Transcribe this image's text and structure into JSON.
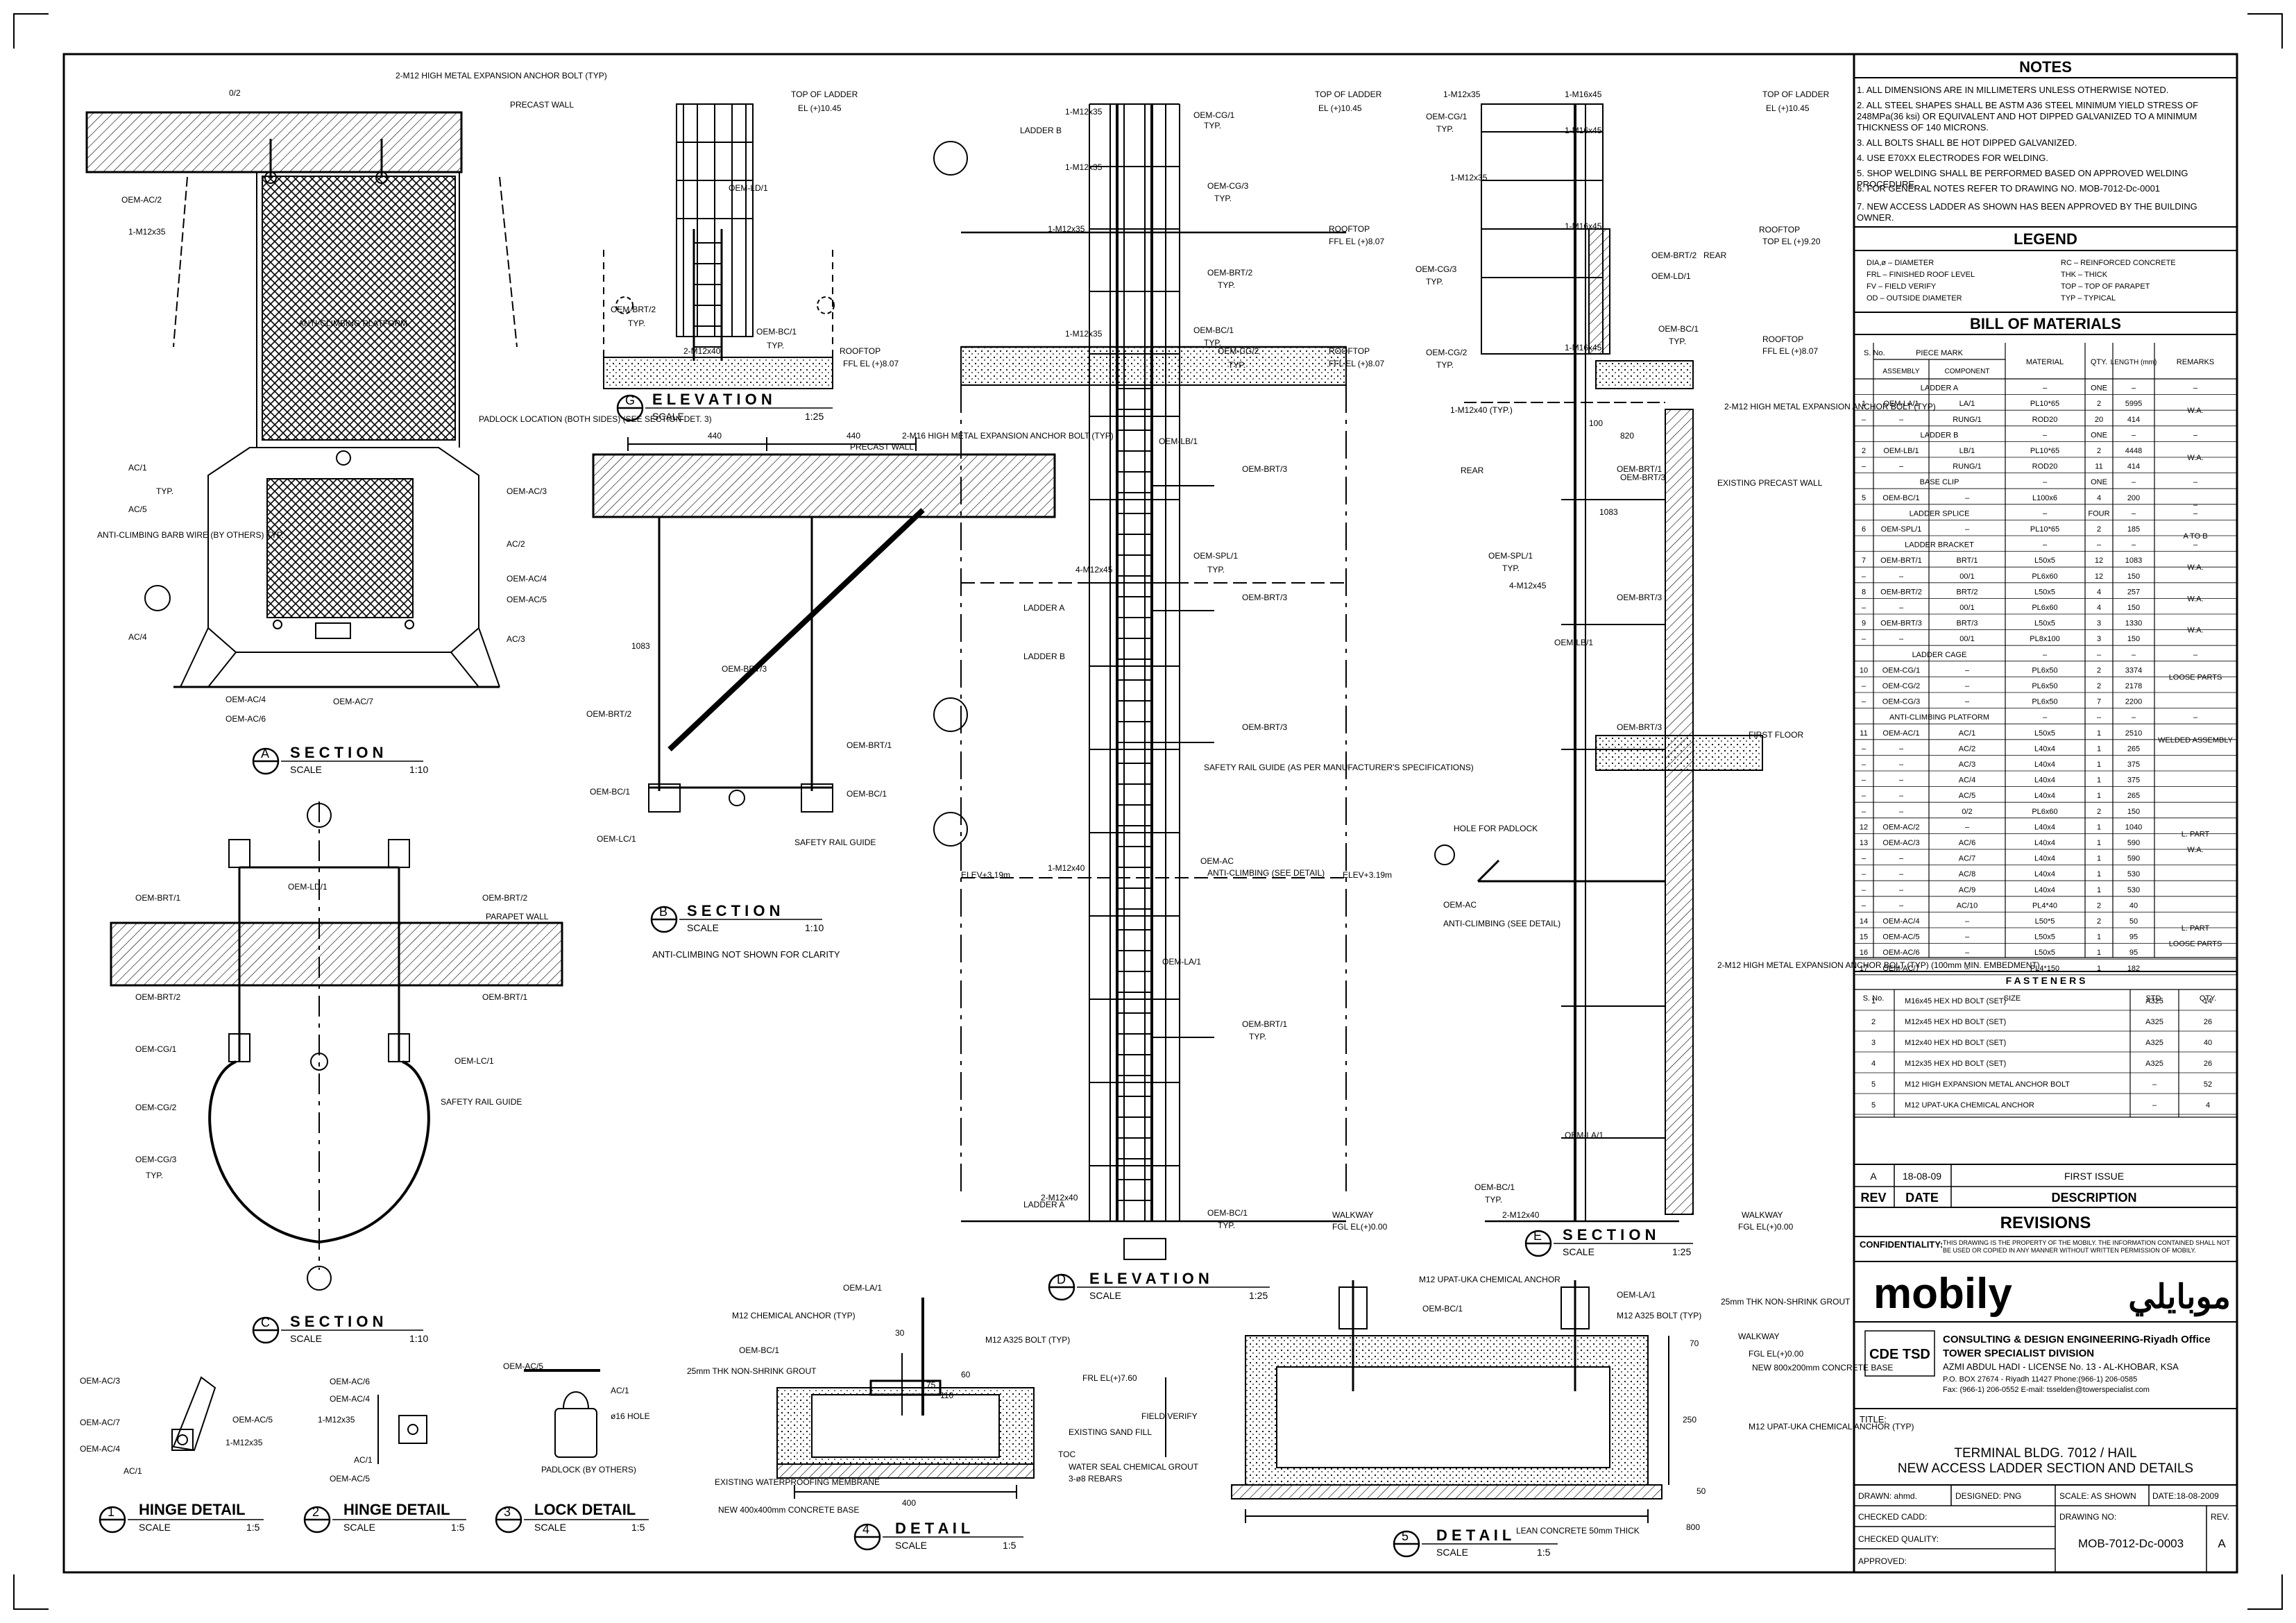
{
  "notes": {
    "title": "NOTES",
    "items": [
      "1. ALL DIMENSIONS ARE IN MILLIMETERS UNLESS OTHERWISE NOTED.",
      "2. ALL STEEL SHAPES SHALL BE ASTM A36 STEEL MINIMUM YIELD STRESS OF 248MPa(36 ksi) OR EQUIVALENT AND HOT DIPPED GALVANIZED TO A MINIMUM THICKNESS OF 140 MICRONS.",
      "3. ALL BOLTS SHALL BE HOT DIPPED GALVANIZED.",
      "4. USE E70XX ELECTRODES FOR WELDING.",
      "5. SHOP WELDING SHALL BE PERFORMED BASED ON APPROVED WELDING PROCEDURE.",
      "6. FOR GENERAL NOTES REFER TO DRAWING NO. MOB-7012-Dc-0001",
      "7. NEW ACCESS LADDER AS SHOWN HAS BEEN APPROVED BY THE BUILDING OWNER."
    ]
  },
  "legend": {
    "title": "LEGEND",
    "left": [
      "DIA,ø  –  DIAMETER",
      "FRL  –  FINISHED ROOF LEVEL",
      "FV  –  FIELD VERIFY",
      "OD  –  OUTSIDE DIAMETER"
    ],
    "right": [
      "RC  –  REINFORCED CONCRETE",
      "THK  –  THICK",
      "TOP  –  TOP OF PARAPET",
      "TYP  –  TYPICAL"
    ]
  },
  "bom": {
    "title": "BILL OF MATERIALS",
    "headers": {
      "no": "S. No.",
      "piece_mark": "PIECE MARK",
      "assembly": "ASSEMBLY",
      "component": "COMPONENT",
      "material": "MATERIAL",
      "qty": "QTY.",
      "length": "LENGTH (mm)",
      "remarks": "REMARKS"
    },
    "rows": [
      {
        "kind": "group",
        "label": "LADDER A",
        "material": "–",
        "qty": "ONE",
        "length": "–",
        "remarks": "–"
      },
      {
        "no": "1",
        "asm": "OEM-LA/1",
        "comp": "LA/1",
        "mat": "PL10*65",
        "qty": "2",
        "len": "5995",
        "rem": "W.A."
      },
      {
        "no": "–",
        "asm": "–",
        "comp": "RUNG/1",
        "mat": "ROD20",
        "qty": "20",
        "len": "414",
        "rem": ""
      },
      {
        "kind": "group",
        "label": "LADDER B",
        "material": "–",
        "qty": "ONE",
        "length": "–",
        "remarks": "–"
      },
      {
        "no": "2",
        "asm": "OEM-LB/1",
        "comp": "LB/1",
        "mat": "PL10*65",
        "qty": "2",
        "len": "4448",
        "rem": "W.A."
      },
      {
        "no": "–",
        "asm": "–",
        "comp": "RUNG/1",
        "mat": "ROD20",
        "qty": "11",
        "len": "414",
        "rem": ""
      },
      {
        "kind": "group",
        "label": "BASE CLIP",
        "material": "–",
        "qty": "ONE",
        "length": "–",
        "remarks": "–"
      },
      {
        "no": "5",
        "asm": "OEM-BC/1",
        "comp": "–",
        "mat": "L100x6",
        "qty": "4",
        "len": "200",
        "rem": "–"
      },
      {
        "kind": "group",
        "label": "LADDER SPLICE",
        "material": "–",
        "qty": "FOUR",
        "length": "–",
        "remarks": "–"
      },
      {
        "no": "6",
        "asm": "OEM-SPL/1",
        "comp": "–",
        "mat": "PL10*65",
        "qty": "2",
        "len": "185",
        "rem": "A TO B"
      },
      {
        "kind": "group",
        "label": "LADDER BRACKET",
        "material": "–",
        "qty": "–",
        "length": "–",
        "remarks": "–"
      },
      {
        "no": "7",
        "asm": "OEM-BRT/1",
        "comp": "BRT/1",
        "mat": "L50x5",
        "qty": "12",
        "len": "1083",
        "rem": "W.A."
      },
      {
        "no": "–",
        "asm": "–",
        "comp": "00/1",
        "mat": "PL6x60",
        "qty": "12",
        "len": "150",
        "rem": ""
      },
      {
        "no": "8",
        "asm": "OEM-BRT/2",
        "comp": "BRT/2",
        "mat": "L50x5",
        "qty": "4",
        "len": "257",
        "rem": "W.A."
      },
      {
        "no": "–",
        "asm": "–",
        "comp": "00/1",
        "mat": "PL6x60",
        "qty": "4",
        "len": "150",
        "rem": ""
      },
      {
        "no": "9",
        "asm": "OEM-BRT/3",
        "comp": "BRT/3",
        "mat": "L50x5",
        "qty": "3",
        "len": "1330",
        "rem": "W.A."
      },
      {
        "no": "–",
        "asm": "–",
        "comp": "00/1",
        "mat": "PL8x100",
        "qty": "3",
        "len": "150",
        "rem": ""
      },
      {
        "kind": "group",
        "label": "LADDER CAGE",
        "material": "–",
        "qty": "–",
        "length": "–",
        "remarks": "–"
      },
      {
        "no": "10",
        "asm": "OEM-CG/1",
        "comp": "–",
        "mat": "PL6x50",
        "qty": "2",
        "len": "3374",
        "rem": "LOOSE PARTS"
      },
      {
        "no": "–",
        "asm": "OEM-CG/2",
        "comp": "–",
        "mat": "PL6x50",
        "qty": "2",
        "len": "2178",
        "rem": ""
      },
      {
        "no": "–",
        "asm": "OEM-CG/3",
        "comp": "–",
        "mat": "PL6x50",
        "qty": "7",
        "len": "2200",
        "rem": ""
      },
      {
        "kind": "group",
        "label": "ANTI-CLIMBING PLATFORM",
        "material": "–",
        "qty": "–",
        "length": "–",
        "remarks": "–"
      },
      {
        "no": "11",
        "asm": "OEM-AC/1",
        "comp": "AC/1",
        "mat": "L50x5",
        "qty": "1",
        "len": "2510",
        "rem": "WELDED ASSEMBLY"
      },
      {
        "no": "–",
        "asm": "–",
        "comp": "AC/2",
        "mat": "L40x4",
        "qty": "1",
        "len": "265",
        "rem": ""
      },
      {
        "no": "–",
        "asm": "–",
        "comp": "AC/3",
        "mat": "L40x4",
        "qty": "1",
        "len": "375",
        "rem": ""
      },
      {
        "no": "–",
        "asm": "–",
        "comp": "AC/4",
        "mat": "L40x4",
        "qty": "1",
        "len": "375",
        "rem": ""
      },
      {
        "no": "–",
        "asm": "–",
        "comp": "AC/5",
        "mat": "L40x4",
        "qty": "1",
        "len": "265",
        "rem": ""
      },
      {
        "no": "–",
        "asm": "–",
        "comp": "0/2",
        "mat": "PL6x60",
        "qty": "2",
        "len": "150",
        "rem": ""
      },
      {
        "no": "12",
        "asm": "OEM-AC/2",
        "comp": "–",
        "mat": "L40x4",
        "qty": "1",
        "len": "1040",
        "rem": "L. PART"
      },
      {
        "no": "13",
        "asm": "OEM-AC/3",
        "comp": "AC/6",
        "mat": "L40x4",
        "qty": "1",
        "len": "590",
        "rem": "W.A."
      },
      {
        "no": "–",
        "asm": "–",
        "comp": "AC/7",
        "mat": "L40x4",
        "qty": "1",
        "len": "590",
        "rem": ""
      },
      {
        "no": "–",
        "asm": "–",
        "comp": "AC/8",
        "mat": "L40x4",
        "qty": "1",
        "len": "530",
        "rem": ""
      },
      {
        "no": "–",
        "asm": "–",
        "comp": "AC/9",
        "mat": "L40x4",
        "qty": "1",
        "len": "530",
        "rem": ""
      },
      {
        "no": "–",
        "asm": "–",
        "comp": "AC/10",
        "mat": "PL4*40",
        "qty": "2",
        "len": "40",
        "rem": ""
      },
      {
        "no": "14",
        "asm": "OEM-AC/4",
        "comp": "–",
        "mat": "L50*5",
        "qty": "2",
        "len": "50",
        "rem": "L. PART"
      },
      {
        "no": "15",
        "asm": "OEM-AC/5",
        "comp": "–",
        "mat": "L50x5",
        "qty": "1",
        "len": "95",
        "rem": "LOOSE PARTS"
      },
      {
        "no": "16",
        "asm": "OEM-AC/6",
        "comp": "–",
        "mat": "L50x5",
        "qty": "1",
        "len": "95",
        "rem": ""
      },
      {
        "no": "17",
        "asm": "OEM-AC/7",
        "comp": "–",
        "mat": "PL4*150",
        "qty": "1",
        "len": "182",
        "rem": ""
      }
    ]
  },
  "fasteners": {
    "title": "F A S T E N E R S",
    "headers": {
      "no": "S. No.",
      "size": "SIZE",
      "std": "STD.",
      "qty": "QTY."
    },
    "rows": [
      {
        "no": "1",
        "size": "M16x45 HEX HD BOLT (SET)",
        "std": "A325",
        "qty": "14"
      },
      {
        "no": "2",
        "size": "M12x45 HEX HD BOLT (SET)",
        "std": "A325",
        "qty": "26"
      },
      {
        "no": "3",
        "size": "M12x40 HEX HD BOLT (SET)",
        "std": "A325",
        "qty": "40"
      },
      {
        "no": "4",
        "size": "M12x35 HEX HD BOLT (SET)",
        "std": "A325",
        "qty": "26"
      },
      {
        "no": "5",
        "size": "M12 HIGH EXPANSION METAL ANCHOR BOLT",
        "std": "–",
        "qty": "52"
      },
      {
        "no": "5",
        "size": "M12 UPAT-UKA CHEMICAL ANCHOR",
        "std": "–",
        "qty": "4"
      }
    ]
  },
  "revisions": {
    "row": {
      "rev": "A",
      "date": "18-08-09",
      "desc": "FIRST ISSUE"
    },
    "headers": {
      "rev": "REV",
      "date": "DATE",
      "desc": "DESCRIPTION"
    },
    "title": "REVISIONS"
  },
  "confidentiality": {
    "label": "CONFIDENTIALITY:",
    "text": "THIS DRAWING IS THE PROPERTY OF THE MOBILY. THE INFORMATION CONTAINED SHALL NOT BE USED OR COPIED IN ANY MANNER WITHOUT WRITTEN PERMISSION OF MOBILY."
  },
  "logo": {
    "brand": "mobily",
    "arabic": "موبايلي"
  },
  "consultant": {
    "short": "CDE TSD",
    "line1": "CONSULTING & DESIGN ENGINEERING-Riyadh Office",
    "line2": "TOWER SPECIALIST DIVISION",
    "line3": "AZMI ABDUL HADI - LICENSE No. 13 - AL-KHOBAR, KSA",
    "line4": "P.O. BOX 27674 - Riyadh 11427 Phone:(966-1) 206-0585",
    "line5": "Fax: (966-1) 206-0552 E-mail: tsselden@towerspecialist.com"
  },
  "title_block": {
    "title_label": "TITLE:",
    "title1": "TERMINAL BLDG. 7012 / HAIL",
    "title2": "NEW ACCESS LADDER SECTION AND DETAILS",
    "drawn": "DRAWN: ahmd.",
    "designed": "DESIGNED: PNG",
    "scale": "SCALE: AS SHOWN",
    "date": "DATE:18-08-2009",
    "checked_cadd": "CHECKED CADD:",
    "drawing_no_label": "DRAWING NO:",
    "rev_label": "REV.",
    "checked_quality": "CHECKED QUALITY:",
    "drawing_no": "MOB-7012-Dc-0003",
    "rev": "A",
    "approved": "APPROVED:"
  },
  "views": {
    "section_a": {
      "letter": "A",
      "word": "S E C T I O N",
      "scale_label": "SCALE",
      "scale": "1:10"
    },
    "section_b": {
      "letter": "B",
      "word": "S E C T I O N",
      "scale_label": "SCALE",
      "scale": "1:10",
      "note": "ANTI-CLIMBING NOT SHOWN FOR CLARITY"
    },
    "section_c": {
      "letter": "C",
      "word": "S E C T I O N",
      "scale_label": "SCALE",
      "scale": "1:10"
    },
    "elevation_g": {
      "letter": "G",
      "word": "E L E V A T I O N",
      "scale_label": "SCALE",
      "scale": "1:25"
    },
    "elevation_d": {
      "letter": "D",
      "word": "E L E V A T I O N",
      "scale_label": "SCALE",
      "scale": "1:25"
    },
    "section_e": {
      "letter": "E",
      "word": "S E C T I O N",
      "scale_label": "SCALE",
      "scale": "1:25"
    },
    "detail_1": {
      "num": "1",
      "word": "HINGE DETAIL",
      "scale_label": "SCALE",
      "scale": "1:5"
    },
    "detail_2": {
      "num": "2",
      "word": "HINGE DETAIL",
      "scale_label": "SCALE",
      "scale": "1:5"
    },
    "detail_3": {
      "num": "3",
      "word": "LOCK DETAIL",
      "scale_label": "SCALE",
      "scale": "1:5"
    },
    "detail_4": {
      "num": "4",
      "word": "D E T A I L",
      "scale_label": "SCALE",
      "scale": "1:5"
    },
    "detail_5": {
      "num": "5",
      "word": "D E T A I L",
      "scale_label": "SCALE",
      "scale": "1:5"
    }
  },
  "labels": {
    "sec_a": [
      "0/2",
      "2-M12 HIGH METAL EXPANSION ANCHOR BOLT (TYP)",
      "PRECAST WALL",
      "OEM-AC/2",
      "1-M12x35",
      "PADLOCK LOCATION (BOTH SIDES) (SEE SECTION DET. 3)",
      "AC/1",
      "TYP.",
      "AC/5",
      "ANTI-CLIMBING BARB WIRE (BY OTHERS) TYP.",
      "OEM-AC/3",
      "AC/2",
      "OEM-AC/4",
      "OEM-AC/5",
      "AC/4",
      "AC/3",
      "OEM-AC/4",
      "OEM-AC/6",
      "OEM-AC/7",
      "ANTI-CLIMBING PLATFORM"
    ],
    "sec_c": [
      "OEM-LD/1",
      "OEM-BRT/1",
      "OEM-BRT/2",
      "PARAPET WALL",
      "OEM-BRT/2",
      "OEM-BRT/1",
      "OEM-CG/1",
      "OEM-LC/1",
      "OEM-CG/2",
      "SAFETY RAIL GUIDE",
      "OEM-CG/3",
      "TYP."
    ],
    "elev_g": [
      "TOP OF LADDER",
      "EL (+)10.45",
      "OEM-LD/1",
      "OEM-BRT/2",
      "TYP.",
      "OEM-BC/1",
      "TYP.",
      "2-M12x40",
      "ROOFTOP",
      "FFL EL (+)8.07"
    ],
    "sec_b": [
      "440",
      "440",
      "PRECAST WALL",
      "2-M16 HIGH METAL EXPANSION ANCHOR BOLT (TYP)",
      "OEM-BRT/3",
      "1083",
      "OEM-BRT/2",
      "OEM-BRT/1",
      "OEM-BC/1",
      "OEM-BC/1",
      "OEM-LC/1",
      "SAFETY RAIL GUIDE"
    ],
    "elev_d": [
      "TOP OF LADDER",
      "EL (+)10.45",
      "1-M12x35",
      "OEM-CG/1",
      "TYP.",
      "1-M12x35",
      "OEM-CG/3",
      "TYP.",
      "1-M12x35",
      "ROOFTOP",
      "FFL EL (+)8.07",
      "OEM-BRT/2",
      "TYP.",
      "1-M12x35",
      "OEM-BC/1",
      "TYP.",
      "ROOFTOP",
      "FFL EL (+)8.07",
      "OEM-CG/2",
      "TYP.",
      "OEM-LB/1",
      "OEM-BRT/3",
      "4-M12x45",
      "OEM-SPL/1",
      "TYP.",
      "OEM-BRT/3",
      "OEM-BRT/3",
      "SAFETY RAIL GUIDE (AS PER MANUFACTURER'S SPECIFICATIONS)",
      "1-M12x40",
      "OEM-AC",
      "ANTI-CLIMBING (SEE DETAIL)",
      "ELEV+3.19m",
      "ELEV+3.19m",
      "OEM-LA/1",
      "OEM-BRT/1",
      "TYP.",
      "2-M12x40",
      "OEM-BC/1",
      "TYP.",
      "WALKWAY",
      "FGL EL(+)0.00",
      "LADDER B",
      "LADDER A",
      "LADDER B",
      "LADDER A"
    ],
    "sec_e": [
      "1-M12x35",
      "1-M16x45",
      "TOP OF LADDER",
      "EL (+)10.45",
      "OEM-CG/1",
      "TYP.",
      "1-M16x45",
      "1-M12x35",
      "1-M16x45",
      "ROOFTOP",
      "TOP EL (+)9.20",
      "OEM-BRT/2",
      "REAR",
      "OEM-CG/3",
      "TYP.",
      "OEM-LD/1",
      "OEM-BC/1",
      "TYP.",
      "ROOFTOP",
      "FFL EL (+)8.07",
      "OEM-CG/2",
      "TYP.",
      "1-M16x45",
      "1-M12x40 (TYP.)",
      "100",
      "2-M12 HIGH METAL EXPANSION ANCHOR BOLT (TYP)",
      "820",
      "REAR",
      "OEM-BRT/1",
      "OEM-BRT/3",
      "EXISTING PRECAST WALL",
      "1083",
      "OEM-SPL/1",
      "TYP.",
      "4-M12x45",
      "OEM-BRT/3",
      "OEM-LB/1",
      "OEM-BRT/3",
      "FIRST FLOOR",
      "HOLE FOR PADLOCK",
      "OEM-AC",
      "ANTI-CLIMBING (SEE DETAIL)",
      "2-M12 HIGH METAL EXPANSION ANCHOR BOLT (TYP) (100mm MIN. EMBEDMENT)",
      "OEM-LA/1",
      "OEM-BC/1",
      "TYP.",
      "2-M12x40",
      "WALKWAY",
      "FGL EL(+)0.00"
    ],
    "det_1": [
      "OEM-AC/3",
      "OEM-AC/7",
      "OEM-AC/4",
      "AC/1",
      "OEM-AC/5",
      "1-M12x35"
    ],
    "det_2": [
      "OEM-AC/6",
      "OEM-AC/4",
      "1-M12x35",
      "AC/1",
      "OEM-AC/5"
    ],
    "det_3": [
      "OEM-AC/5",
      "AC/1",
      "ø16 HOLE",
      "PADLOCK (BY OTHERS)"
    ],
    "det_4": [
      "OEM-LA/1",
      "M12 CHEMICAL ANCHOR (TYP)",
      "OEM-BC/1",
      "M12 A325 BOLT (TYP)",
      "25mm THK NON-SHRINK GROUT",
      "FRL EL(+)7.60",
      "EXISTING SAND FILL",
      "TOC",
      "WATER SEAL CHEMICAL GROUT",
      "3-ø8 REBARS",
      "EXISTING WATERPROOFING MEMBRANE",
      "NEW 400x400mm CONCRETE BASE",
      "400",
      "FIELD VERIFY",
      "60",
      "110",
      "75",
      "30"
    ],
    "det_5": [
      "M12 UPAT-UKA CHEMICAL ANCHOR",
      "OEM-BC/1",
      "OEM-LA/1",
      "M12 A325 BOLT (TYP)",
      "25mm THK NON-SHRINK GROUT",
      "WALKWAY",
      "FGL EL(+)0.00",
      "NEW 800x200mm CONCRETE BASE",
      "M12 UPAT-UKA CHEMICAL ANCHOR (TYP)",
      "LEAN CONCRETE 50mm THICK",
      "800",
      "250",
      "50",
      "70"
    ]
  }
}
